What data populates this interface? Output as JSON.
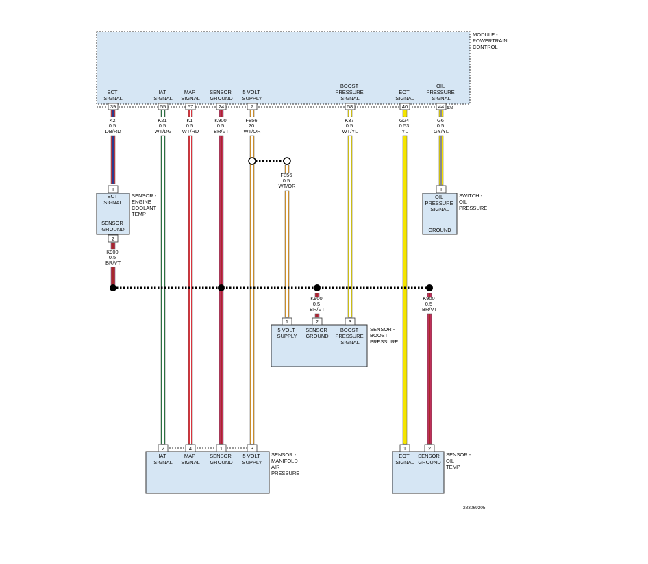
{
  "module": {
    "name_lines": [
      "MODULE -",
      "POWERTRAIN",
      "CONTROL"
    ],
    "connector": "C2",
    "pins": [
      {
        "label": [
          "ECT",
          "SIGNAL"
        ],
        "pin": "39"
      },
      {
        "label": [
          "IAT",
          "SIGNAL"
        ],
        "pin": "55"
      },
      {
        "label": [
          "MAP",
          "SIGNAL"
        ],
        "pin": "57"
      },
      {
        "label": [
          "SENSOR",
          "GROUND"
        ],
        "pin": "24"
      },
      {
        "label": [
          "5 VOLT",
          "SUPPLY"
        ],
        "pin": "7"
      },
      {
        "label": [
          "BOOST",
          "PRESSURE",
          "SIGNAL"
        ],
        "pin": "58"
      },
      {
        "label": [
          "EOT",
          "SIGNAL"
        ],
        "pin": "40"
      },
      {
        "label": [
          "OIL",
          "PRESSURE",
          "SIGNAL"
        ],
        "pin": "44"
      }
    ]
  },
  "wires": [
    {
      "circuit": "K2",
      "gauge": "0.5",
      "color": "DB/RD",
      "base": "#2a3a8c",
      "stripe": "#d8343c"
    },
    {
      "circuit": "K21",
      "gauge": "0.5",
      "color": "WT/DG",
      "base": "#ffffff",
      "stripe": "#1e7a3c"
    },
    {
      "circuit": "K1",
      "gauge": "0.5",
      "color": "WT/RD",
      "base": "#ffffff",
      "stripe": "#d8343c"
    },
    {
      "circuit": "K900",
      "gauge": "0.5",
      "color": "BR/VT",
      "base": "#a52a2a",
      "stripe": "#c0305a"
    },
    {
      "circuit": "F856",
      "gauge": "20",
      "color": "WT/OR",
      "base": "#ffffff",
      "stripe": "#f0a020"
    },
    {
      "circuit": "K37",
      "gauge": "0.5",
      "color": "WT/YL",
      "base": "#ffffff",
      "stripe": "#f4e000"
    },
    {
      "circuit": "G24",
      "gauge": "0.53",
      "color": "YL",
      "base": "#f4e400",
      "stripe": "#f4e400"
    },
    {
      "circuit": "G6",
      "gauge": "0.5",
      "color": "GY/YL",
      "base": "#8a8a8a",
      "stripe": "#f4e000"
    },
    {
      "circuit": "F856",
      "gauge": "0.5",
      "color": "WT/OR"
    },
    {
      "circuit": "K900",
      "gauge": "0.5",
      "color": "BR/VT"
    },
    {
      "circuit": "K900",
      "gauge": "0.5",
      "color": "BR/VT"
    },
    {
      "circuit": "K900",
      "gauge": "0.5",
      "color": "BR/VT"
    }
  ],
  "components": {
    "ect": {
      "name_lines": [
        "SENSOR -",
        "ENGINE",
        "COOLANT",
        "TEMP"
      ],
      "pin1": "1",
      "pin1_label": [
        "ECT",
        "SIGNAL"
      ],
      "pin2": "2",
      "pin2_label": [
        "SENSOR",
        "GROUND"
      ]
    },
    "oil_switch": {
      "name_lines": [
        "SWITCH -",
        "OIL",
        "PRESSURE"
      ],
      "pin1": "1",
      "pin1_label": [
        "OIL",
        "PRESSURE",
        "SIGNAL"
      ],
      "ground_label": "GROUND"
    },
    "boost": {
      "name_lines": [
        "SENSOR -",
        "BOOST",
        "PRESSURE"
      ],
      "pins": [
        {
          "pin": "1",
          "label": [
            "5 VOLT",
            "SUPPLY"
          ]
        },
        {
          "pin": "2",
          "label": [
            "SENSOR",
            "GROUND"
          ]
        },
        {
          "pin": "3",
          "label": [
            "BOOST",
            "PRESSURE",
            "SIGNAL"
          ]
        }
      ]
    },
    "map": {
      "name_lines": [
        "SENSOR -",
        "MANIFOLD",
        "AIR",
        "PRESSURE"
      ],
      "pins": [
        {
          "pin": "2",
          "label": [
            "IAT",
            "SIGNAL"
          ]
        },
        {
          "pin": "4",
          "label": [
            "MAP",
            "SIGNAL"
          ]
        },
        {
          "pin": "1",
          "label": [
            "SENSOR",
            "GROUND"
          ]
        },
        {
          "pin": "3",
          "label": [
            "5 VOLT",
            "SUPPLY"
          ]
        }
      ]
    },
    "oil_temp": {
      "name_lines": [
        "SENSOR -",
        "OIL",
        "TEMP"
      ],
      "pins": [
        {
          "pin": "1",
          "label": [
            "EOT",
            "SIGNAL"
          ]
        },
        {
          "pin": "2",
          "label": [
            "SENSOR",
            "GROUND"
          ]
        }
      ]
    }
  },
  "figure_id": "283069205"
}
